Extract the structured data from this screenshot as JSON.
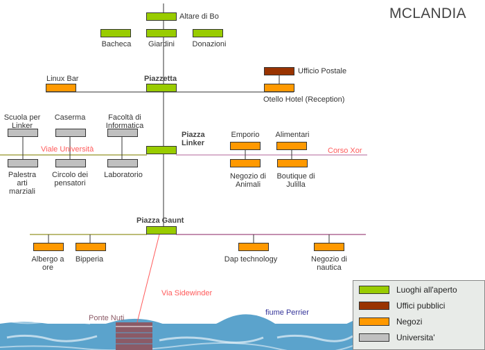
{
  "title": "MCLANDIA",
  "colors": {
    "outdoor": "#99cc00",
    "public_office": "#993300",
    "shop": "#ff9900",
    "university": "#c0c0c0",
    "street_label": "#ff5a5a",
    "river": "#5ba3cc",
    "bridge": "#8b5a66"
  },
  "places": {
    "altare_di_bo": "Altare di Bo",
    "bacheca": "Bacheca",
    "giardini": "Giardini",
    "donazioni": "Donazioni",
    "linux_bar": "Linux Bar",
    "piazzetta": "Piazzetta",
    "ufficio_postale": "Ufficio Postale",
    "otello_hotel": "Otello Hotel (Reception)",
    "scuola_per_linker": "Scuola per Linker",
    "caserma": "Caserma",
    "facolta_informatica": "Facoltà di Informatica",
    "piazza_linker": "Piazza Linker",
    "emporio": "Emporio",
    "alimentari": "Alimentari",
    "palestra": "Palestra arti marziali",
    "circolo": "Circolo dei pensatori",
    "laboratorio": "Laboratorio",
    "negozio_animali": "Negozio di Animali",
    "boutique": "Boutique di Julilla",
    "piazza_gaunt": "Piazza Gaunt",
    "albergo": "Albergo a ore",
    "bipperia": "Bipperia",
    "dap_technology": "Dap technology",
    "negozio_nautica": "Negozio di nautica"
  },
  "streets": {
    "viale_universita": "Viale Università",
    "corso_xor": "Corso Xor",
    "via_sidewinder": "Via Sidewinder"
  },
  "bridge": "Ponte Nuti",
  "river": "fiume Perrier",
  "legend": [
    {
      "label": "Luoghi all'aperto",
      "color": "#99cc00"
    },
    {
      "label": "Uffici pubblici",
      "color": "#993300"
    },
    {
      "label": "Negozi",
      "color": "#ff9900"
    },
    {
      "label": "Universita'",
      "color": "#c0c0c0"
    }
  ]
}
